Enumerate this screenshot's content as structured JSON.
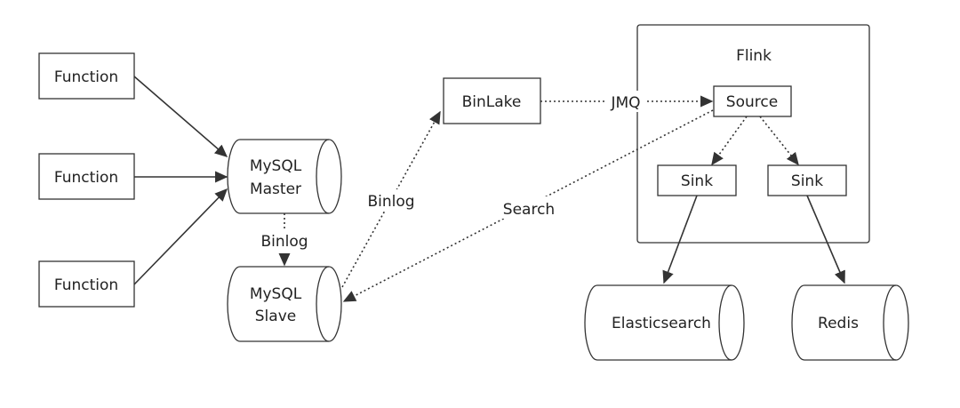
{
  "nodes": {
    "function_1": "Function",
    "function_2": "Function",
    "function_3": "Function",
    "mysql_master": [
      "MySQL",
      "Master"
    ],
    "mysql_slave": [
      "MySQL",
      "Slave"
    ],
    "binlake": "BinLake",
    "flink": "Flink",
    "source": "Source",
    "sink_1": "Sink",
    "sink_2": "Sink",
    "elasticsearch": "Elasticsearch",
    "redis": "Redis"
  },
  "edges": {
    "master_to_slave": "Binlog",
    "slave_to_binlake": "Binlog",
    "binlake_to_source": "JMQ",
    "source_to_slave": "Search"
  },
  "colors": {
    "stroke": "#333333",
    "text": "#222222",
    "background": "#ffffff"
  }
}
